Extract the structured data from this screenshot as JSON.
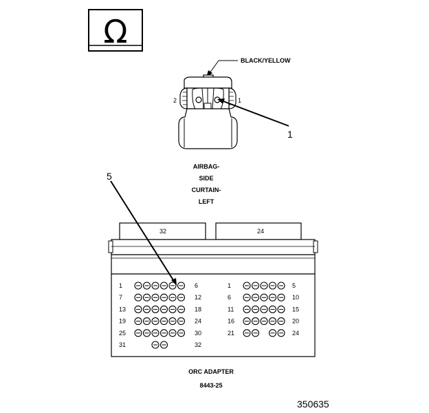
{
  "symbol": {
    "icon": "ohm-icon",
    "glyph": "Ω"
  },
  "airbag_connector": {
    "wire_label": "BLACK/YELLOW",
    "pin_left": "2",
    "pin_right": "1",
    "callout": "1",
    "name_lines": [
      "AIRBAG-",
      "SIDE",
      "CURTAIN-",
      "LEFT"
    ]
  },
  "adapter": {
    "callout": "5",
    "tab_left": "32",
    "tab_right": "24",
    "name": "ORC ADAPTER",
    "part_number": "8443-25",
    "left_block": {
      "rows": [
        {
          "start": "1",
          "end": "6",
          "pins": [
            1,
            1,
            1,
            1,
            1,
            1
          ]
        },
        {
          "start": "7",
          "end": "12",
          "pins": [
            1,
            1,
            1,
            1,
            1,
            1
          ]
        },
        {
          "start": "13",
          "end": "18",
          "pins": [
            1,
            1,
            1,
            1,
            1,
            1
          ]
        },
        {
          "start": "19",
          "end": "24",
          "pins": [
            1,
            1,
            1,
            1,
            1,
            1
          ]
        },
        {
          "start": "25",
          "end": "30",
          "pins": [
            1,
            1,
            1,
            1,
            1,
            1
          ]
        },
        {
          "start": "31",
          "end": "32",
          "pins": [
            0,
            0,
            1,
            1,
            0,
            0
          ]
        }
      ]
    },
    "right_block": {
      "rows": [
        {
          "start": "1",
          "end": "5",
          "pins": [
            1,
            1,
            1,
            1,
            1
          ]
        },
        {
          "start": "6",
          "end": "10",
          "pins": [
            1,
            1,
            1,
            1,
            1
          ]
        },
        {
          "start": "11",
          "end": "15",
          "pins": [
            1,
            1,
            1,
            1,
            1
          ]
        },
        {
          "start": "16",
          "end": "20",
          "pins": [
            1,
            1,
            1,
            1,
            1
          ]
        },
        {
          "start": "21",
          "end": "24",
          "pins": [
            1,
            1,
            0,
            1,
            1
          ]
        }
      ]
    }
  },
  "figure_id": "350635"
}
